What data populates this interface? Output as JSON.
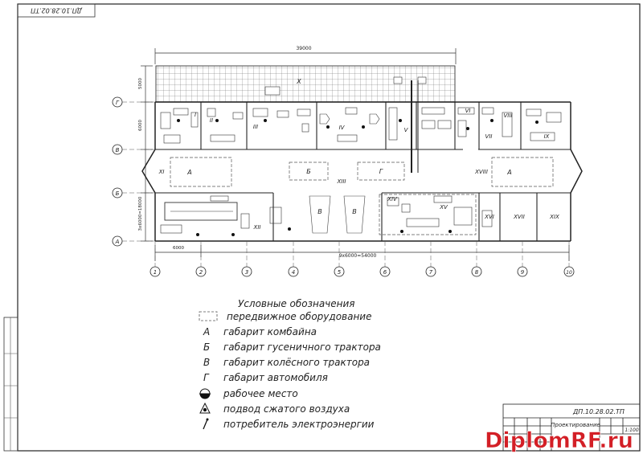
{
  "stamp": {
    "code_rotated": "ДП.10.28.02.ТП"
  },
  "dims": {
    "overall_length": "39000",
    "top_zone": "5000",
    "upper_row": "6000",
    "lower_span": "3x6000=18000",
    "left_bay": "6000",
    "bottom_run": "9x6000=54000"
  },
  "row_axes": [
    "Г",
    "В",
    "Б",
    "А"
  ],
  "col_axes": [
    "1",
    "2",
    "3",
    "4",
    "5",
    "6",
    "7",
    "8",
    "9",
    "10"
  ],
  "rooms_upper": [
    "I",
    "II",
    "III",
    "IV",
    "V",
    "VI",
    "VII",
    "VIII",
    "IX"
  ],
  "rooms_lower": [
    "XII",
    "XIV",
    "XV",
    "XVI",
    "XVII",
    "XIX"
  ],
  "outdoor_zone": "X",
  "middle_zones": {
    "left": "XI",
    "center": "XIII",
    "right": "XVIII",
    "marks": {
      "a_left": "А",
      "b": "Б",
      "g": "Г",
      "a_right": "А",
      "v1": "В",
      "v2": "В"
    }
  },
  "legend": {
    "title": "Условные обозначения",
    "items": [
      {
        "mark": "",
        "label": "передвижное оборудование"
      },
      {
        "mark": "А",
        "label": "габарит комбайна"
      },
      {
        "mark": "Б",
        "label": "габарит гусеничного трактора"
      },
      {
        "mark": "В",
        "label": "габарит колёсного трактора"
      },
      {
        "mark": "Г",
        "label": "габарит автомобиля"
      },
      {
        "mark": "",
        "label": "рабочее место"
      },
      {
        "mark": "",
        "label": "подвод сжатого воздуха"
      },
      {
        "mark": "",
        "label": "потребитель электроэнергии"
      }
    ]
  },
  "title_block": {
    "code": "ДП.10.28.02.ТП",
    "title_line1": "Проектирование",
    "scale": "1:100"
  },
  "watermark": {
    "text": "DiplomRF.ru",
    "color": "#d31f26"
  }
}
